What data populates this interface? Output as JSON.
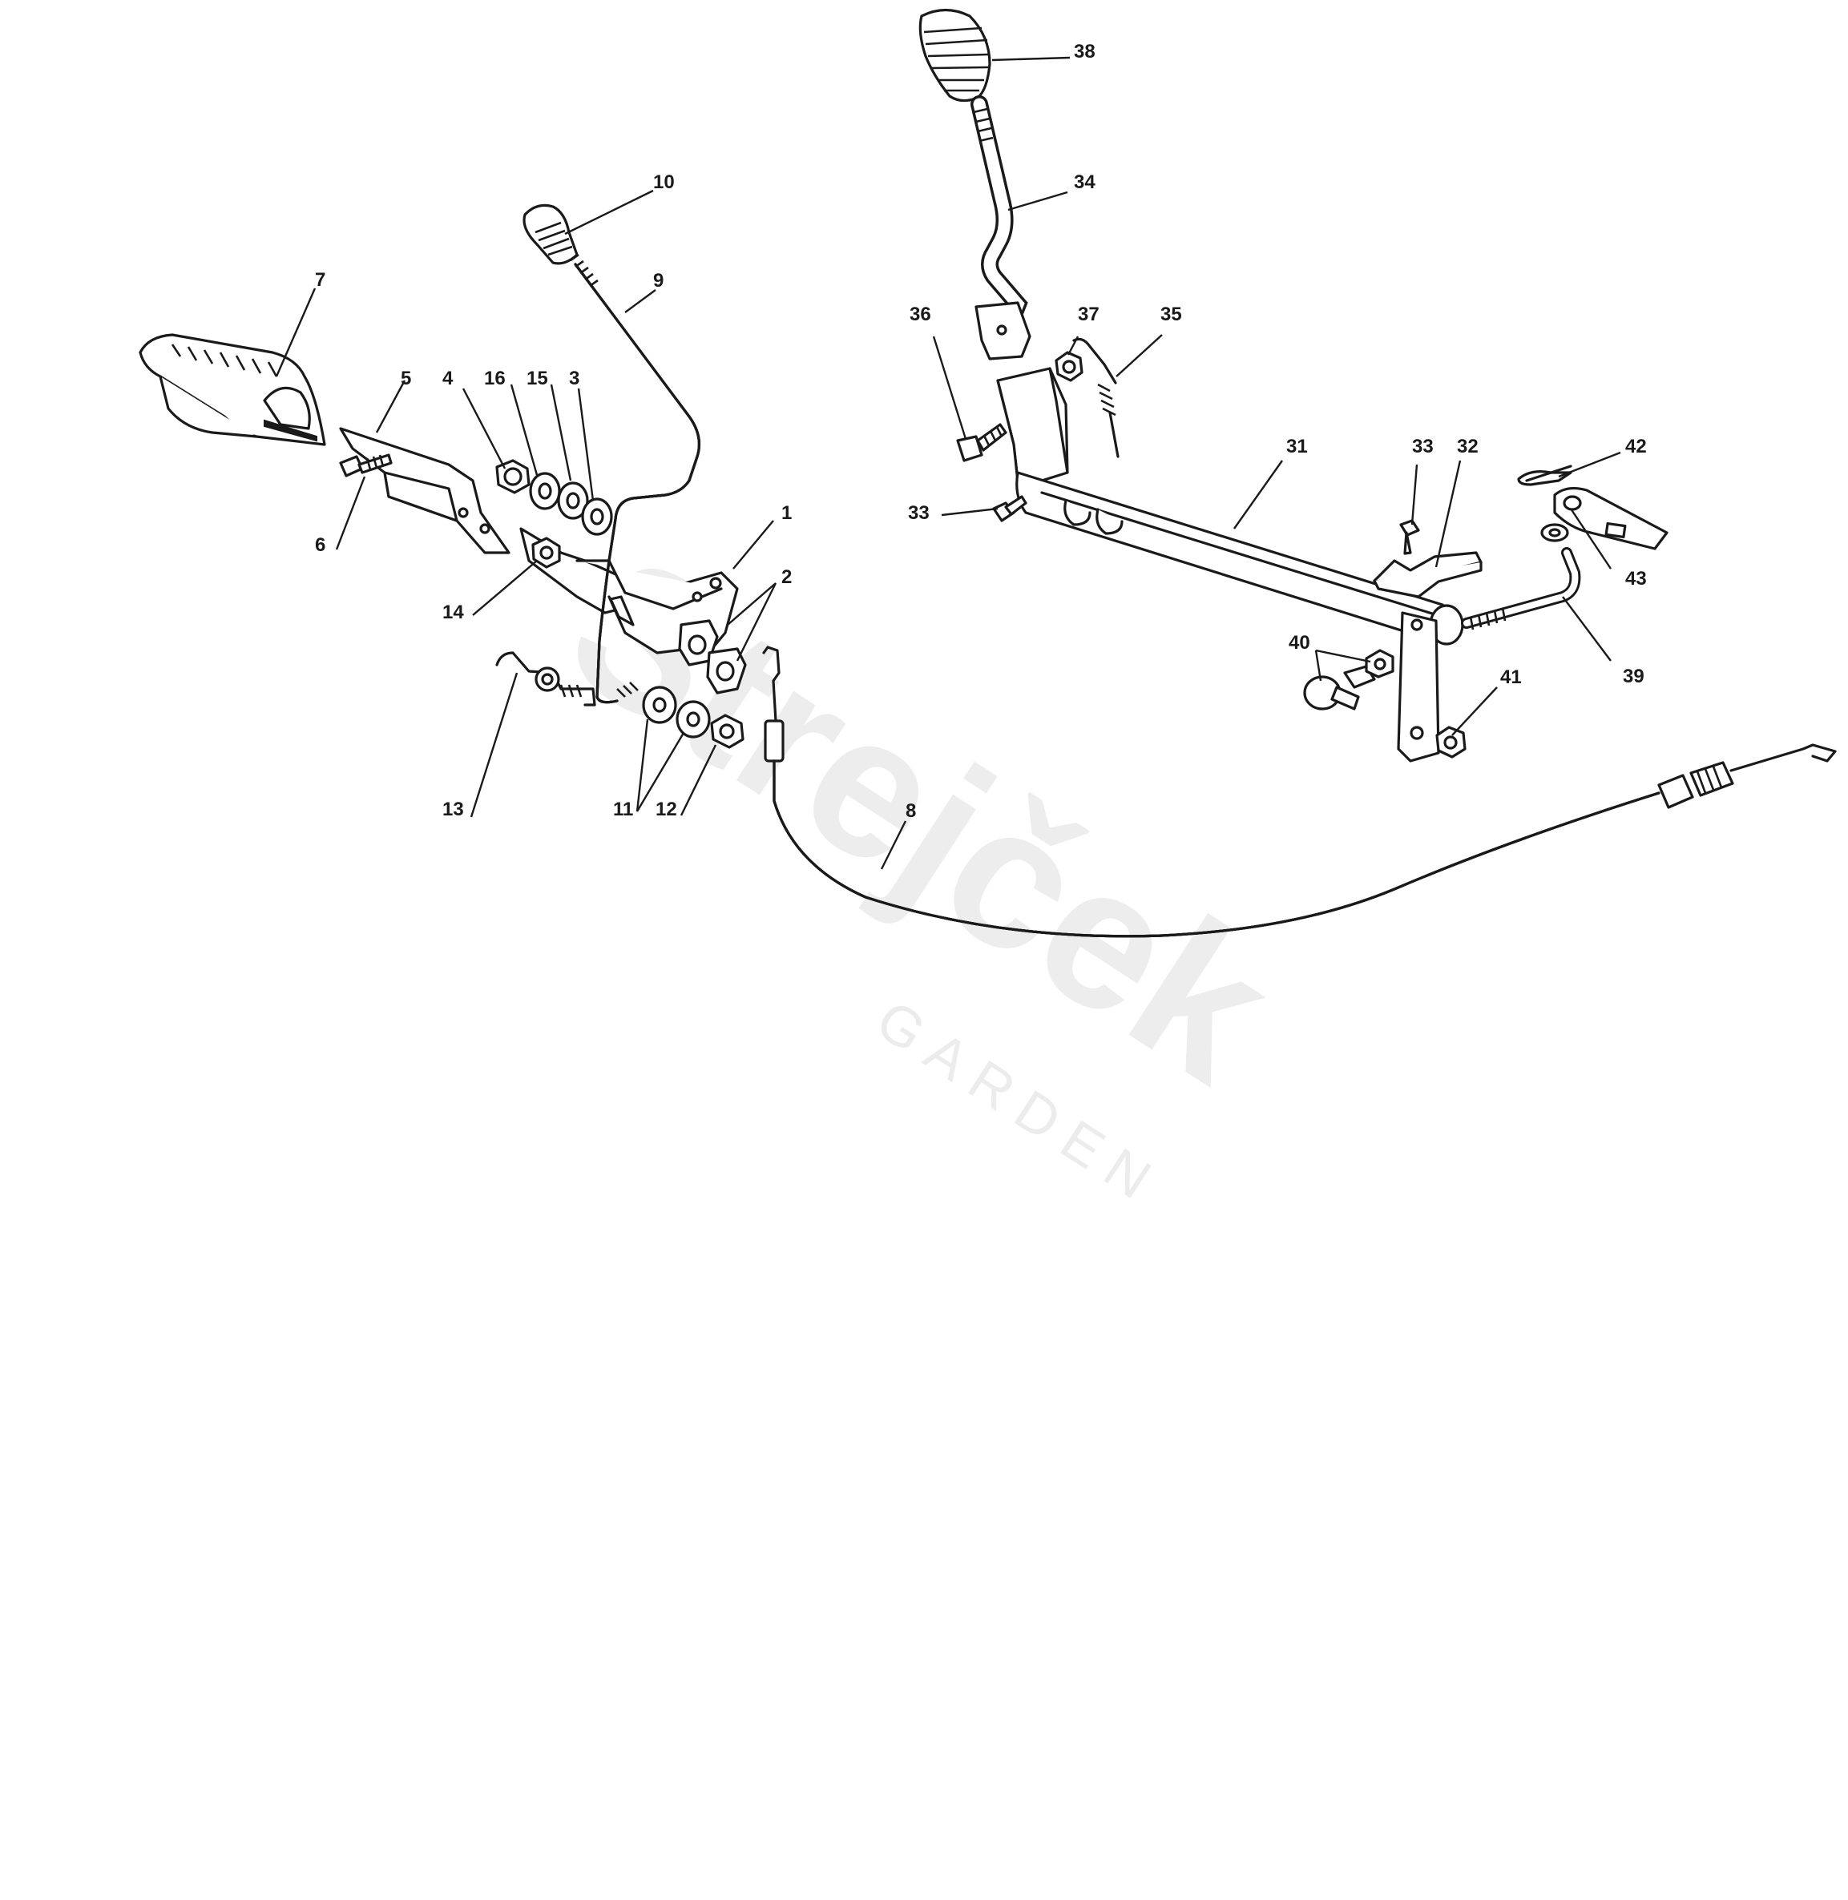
{
  "watermark": {
    "brand": "Strejček",
    "sub": "GARDEN"
  },
  "callouts": [
    {
      "id": "c1",
      "label": "1"
    },
    {
      "id": "c2",
      "label": "2"
    },
    {
      "id": "c3",
      "label": "3"
    },
    {
      "id": "c4",
      "label": "4"
    },
    {
      "id": "c5",
      "label": "5"
    },
    {
      "id": "c6",
      "label": "6"
    },
    {
      "id": "c7",
      "label": "7"
    },
    {
      "id": "c8",
      "label": "8"
    },
    {
      "id": "c9",
      "label": "9"
    },
    {
      "id": "c10",
      "label": "10"
    },
    {
      "id": "c11",
      "label": "11"
    },
    {
      "id": "c12",
      "label": "12"
    },
    {
      "id": "c13",
      "label": "13"
    },
    {
      "id": "c14",
      "label": "14"
    },
    {
      "id": "c15",
      "label": "15"
    },
    {
      "id": "c16",
      "label": "16"
    },
    {
      "id": "c31",
      "label": "31"
    },
    {
      "id": "c32",
      "label": "32"
    },
    {
      "id": "c33a",
      "label": "33"
    },
    {
      "id": "c33b",
      "label": "33"
    },
    {
      "id": "c34",
      "label": "34"
    },
    {
      "id": "c35",
      "label": "35"
    },
    {
      "id": "c36",
      "label": "36"
    },
    {
      "id": "c37",
      "label": "37"
    },
    {
      "id": "c38",
      "label": "38"
    },
    {
      "id": "c39",
      "label": "39"
    },
    {
      "id": "c40",
      "label": "40"
    },
    {
      "id": "c41",
      "label": "41"
    },
    {
      "id": "c42",
      "label": "42"
    },
    {
      "id": "c43",
      "label": "43"
    }
  ]
}
